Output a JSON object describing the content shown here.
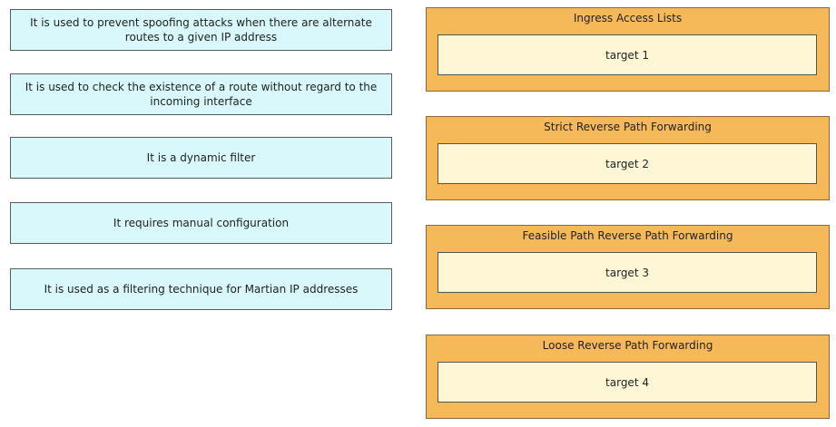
{
  "sources": [
    "It is used to prevent spoofing attacks when there are alternate routes to a given IP address",
    "It is used to check the existence of a route without regard to the incoming interface",
    "It is a dynamic filter",
    "It requires manual configuration",
    "It is used as a filtering technique for Martian IP addresses"
  ],
  "zones": [
    {
      "title": "Ingress Access Lists",
      "target": "target 1"
    },
    {
      "title": "Strict Reverse Path Forwarding",
      "target": "target 2"
    },
    {
      "title": "Feasible Path Reverse Path Forwarding",
      "target": "target 3"
    },
    {
      "title": "Loose Reverse Path Forwarding",
      "target": "target 4"
    }
  ],
  "colors": {
    "source_bg": "#d8f8fc",
    "zone_bg": "#f5b959",
    "target_bg": "#fff6d5"
  }
}
